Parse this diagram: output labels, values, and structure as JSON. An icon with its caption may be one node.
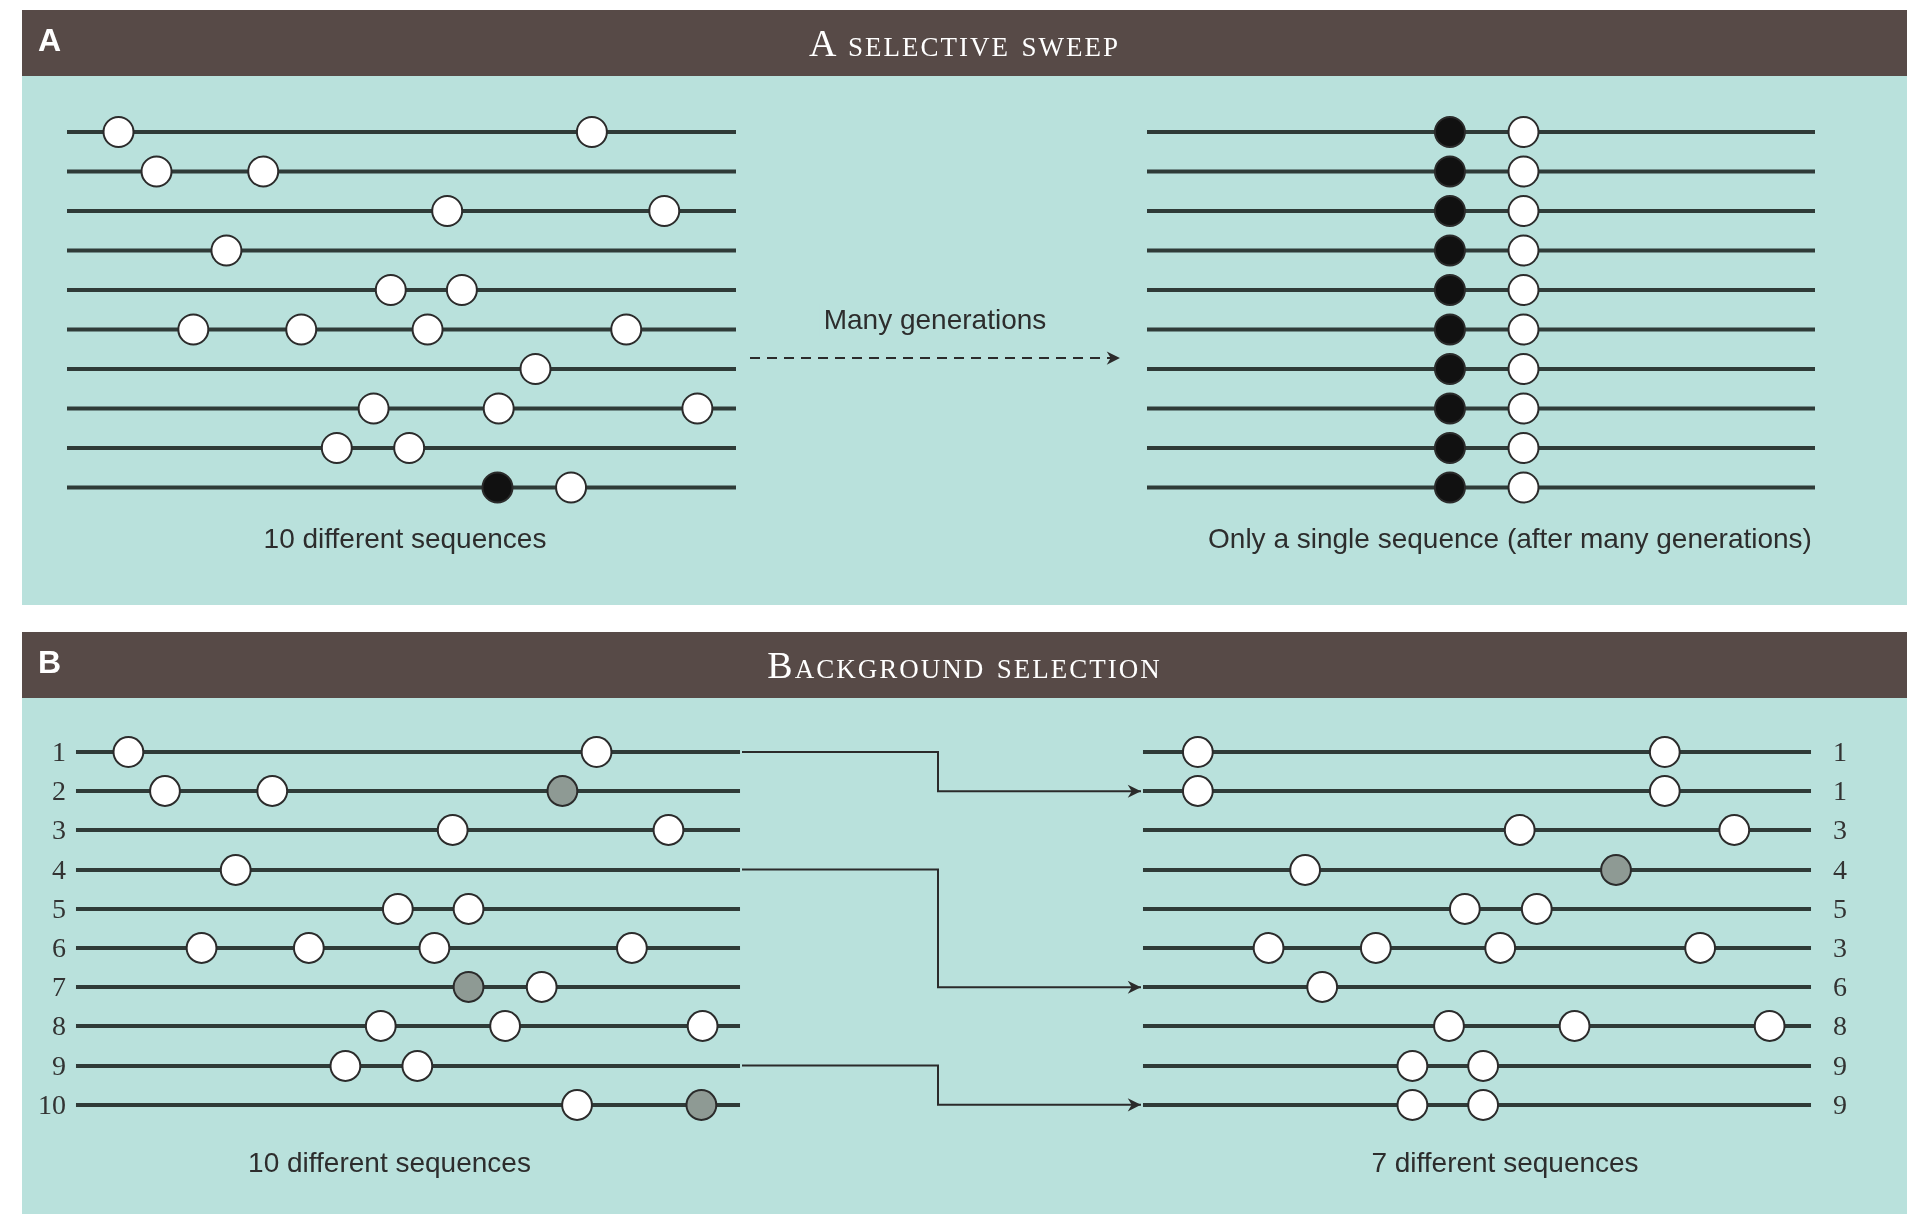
{
  "diagram": {
    "nodes": [
      {
        "text": [
          "A",
          "A selective sweep"
        ]
      },
      {
        "text": [
          "10 different sequences"
        ],
        "in": 0
      },
      {
        "text": [
          "Only a single sequence (after many generations)"
        ],
        "in": 0
      },
      {
        "text": [
          "B",
          "Background selection"
        ]
      },
      {
        "text": [
          "10 different sequences"
        ],
        "in": 3
      },
      {
        "text": [],
        "shape": "bar",
        "in": 4,
        "beside": [
          "1"
        ]
      },
      {
        "text": [],
        "shape": "bar",
        "in": 4,
        "beside": [
          "2"
        ]
      },
      {
        "text": [],
        "shape": "bar",
        "in": 4,
        "beside": [
          "3"
        ]
      },
      {
        "text": [],
        "shape": "bar",
        "in": 4,
        "beside": [
          "4"
        ]
      },
      {
        "text": [],
        "shape": "bar",
        "in": 4,
        "beside": [
          "5"
        ]
      },
      {
        "text": [],
        "shape": "bar",
        "in": 4,
        "beside": [
          "6"
        ]
      },
      {
        "text": [],
        "shape": "bar",
        "in": 4,
        "beside": [
          "7"
        ]
      },
      {
        "text": [],
        "shape": "bar",
        "in": 4,
        "beside": [
          "8"
        ]
      },
      {
        "text": [],
        "shape": "bar",
        "in": 4,
        "beside": [
          "9"
        ]
      },
      {
        "text": [],
        "shape": "bar",
        "in": 4,
        "beside": [
          "10"
        ]
      },
      {
        "text": [
          "7 different sequences"
        ],
        "in": 3
      },
      {
        "text": [],
        "shape": "bar",
        "in": 15,
        "beside": [
          "1"
        ]
      },
      {
        "text": [],
        "shape": "bar",
        "in": 15,
        "beside": [
          "1"
        ]
      },
      {
        "text": [],
        "shape": "bar",
        "in": 15,
        "beside": [
          "3"
        ]
      },
      {
        "text": [],
        "shape": "bar",
        "in": 15,
        "beside": [
          "4"
        ]
      },
      {
        "text": [],
        "shape": "bar",
        "in": 15,
        "beside": [
          "5"
        ]
      },
      {
        "text": [],
        "shape": "bar",
        "in": 15,
        "beside": [
          "3"
        ]
      },
      {
        "text": [],
        "shape": "bar",
        "in": 15,
        "beside": [
          "6"
        ]
      },
      {
        "text": [],
        "shape": "bar",
        "in": 15,
        "beside": [
          "8"
        ]
      },
      {
        "text": [],
        "shape": "bar",
        "in": 15,
        "beside": [
          "9"
        ]
      },
      {
        "text": [],
        "shape": "bar",
        "in": 15,
        "beside": [
          "9"
        ]
      }
    ],
    "edges": [
      {
        "from": 1,
        "to": 2,
        "arrow": "to",
        "style": "dashed",
        "label": "Many generations"
      },
      {
        "from": 5,
        "to": 17,
        "arrow": "to"
      },
      {
        "from": 8,
        "to": 22,
        "arrow": "to"
      },
      {
        "from": 13,
        "to": 25,
        "arrow": "to"
      }
    ]
  }
}
